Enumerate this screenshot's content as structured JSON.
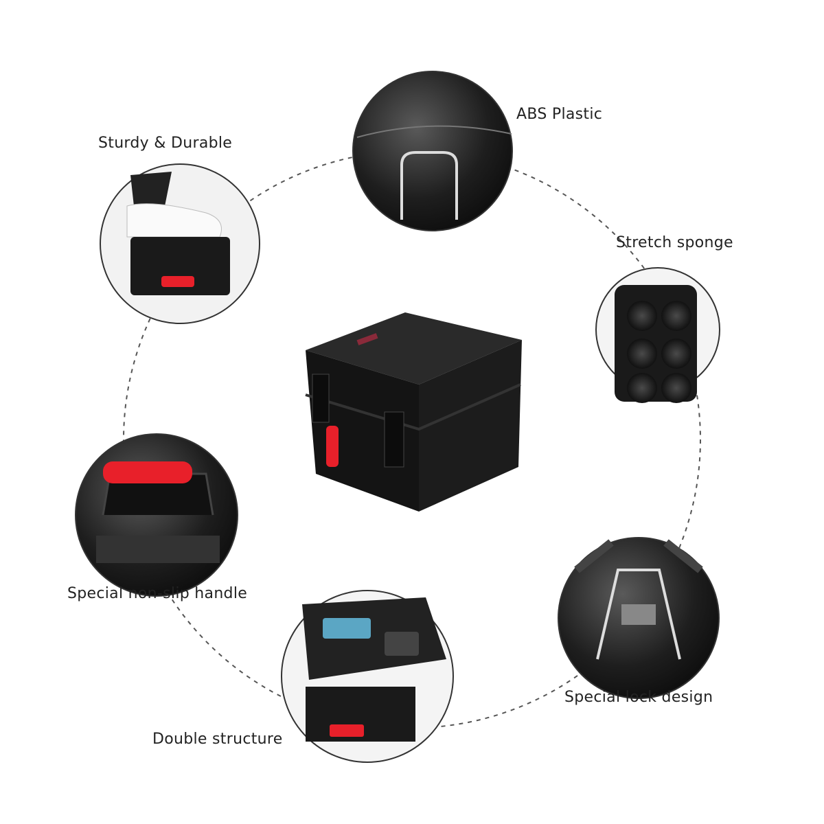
{
  "features": [
    {
      "id": "abs-plastic",
      "label": "ABS Plastic"
    },
    {
      "id": "sturdy-durable",
      "label": "Sturdy & Durable"
    },
    {
      "id": "stretch-sponge",
      "label": "Stretch sponge"
    },
    {
      "id": "non-slip-handle",
      "label": "Special non-slip handle"
    },
    {
      "id": "lock-design",
      "label": "Special lock design"
    },
    {
      "id": "double-structure",
      "label": "Double structure"
    }
  ],
  "colors": {
    "case": "#151515",
    "handle": "#e8202a",
    "dash": "#555555"
  }
}
